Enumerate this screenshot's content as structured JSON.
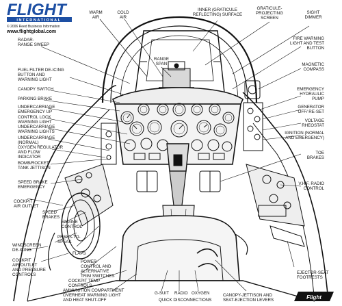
{
  "logo": {
    "brand": "FLIGHT",
    "band": "INTERNATIONAL",
    "copyright": "© 2006 Reed Business Information",
    "url": "www.flightglobal.com",
    "corner_badge": "Flight"
  },
  "callouts": {
    "warm_air": [
      "WARM",
      "AIR"
    ],
    "cold_air": [
      "COLD",
      "AIR"
    ],
    "inner_graticule": [
      "INNER (GRATICULE",
      "REFLECTING) SURFACE"
    ],
    "graticule_projecting": [
      "GRATICULE-",
      "PROJECTING",
      "SCREEN"
    ],
    "sight_dimmer": [
      "SIGHT",
      "DIMMER"
    ],
    "radar_range_sweep": [
      "RADAR-",
      "RANGE SWEEP"
    ],
    "range_span": [
      "RANGE",
      "SPAN"
    ],
    "fire_warning": [
      "FIRE WARNING",
      "LIGHT AND TEST",
      "BUTTON"
    ],
    "fuel_filter": [
      "FUEL FILTER DE-ICING",
      "BUTTON AND",
      "WARNING LIGHT"
    ],
    "magnetic_compass": [
      "MAGNETIC",
      "COMPASS"
    ],
    "canopy_switch": [
      "CANOPY SWITCH"
    ],
    "parking_brake": [
      "PARKING BRAKE"
    ],
    "emergency_hydraulic": [
      "EMERGENCY",
      "HYDRAULIC",
      "PUMP"
    ],
    "undercarriage_emergency_up": [
      "UNDERCARRIAGE",
      "EMERGENCY UP"
    ],
    "generator": [
      "GENERATOR",
      "OFF/ RE-SET"
    ],
    "control_lock": [
      "CONTROL LOCK",
      "WARNING LIGHT"
    ],
    "voltage_rheostat": [
      "VOLTAGE",
      "RHEOSTAT"
    ],
    "undercarriage_warning": [
      "UNDERCARRIAGE",
      "WARNING LIGHTS"
    ],
    "ignition": [
      "IGNITION (NORMAL",
      "AND EMERGENCY)"
    ],
    "undercarriage_normal": [
      "UNDERCARRIAGE",
      "(NORMAL)"
    ],
    "oxygen_regulator": [
      "OXYGEN REGULATOR",
      "AND FLOW",
      "INDICATOR"
    ],
    "toe_brakes": [
      "TOE",
      "BRAKES"
    ],
    "bomb_rocket": [
      "BOMB/ROCKET",
      "TANK JETTISON"
    ],
    "speed_brake_emergency": [
      "SPEED BRAKE",
      "EMERGENCY"
    ],
    "vhf_radio": [
      "V.H.F. RADIO",
      "CONTROL"
    ],
    "cockpit_air_outlet": [
      "COCKPIT",
      "AIR OUTLET"
    ],
    "speed_brakes": [
      "SPEED",
      "BRAKES"
    ],
    "engine_control": [
      "ENGINE",
      "CONTROL"
    ],
    "press_to_speak": [
      "PRESS-TO-",
      "SPEAK"
    ],
    "windscreen_deicing": [
      "WINDSCREEN",
      "DE-ICING"
    ],
    "flaps": [
      "FLAPS"
    ],
    "cockpit_air_outlet_pressure": [
      "COCKPIT",
      "AIR OUTLET",
      "AND PRESSURE",
      "CONTROLS"
    ],
    "power_control": [
      "POWER",
      "CONTROL AND",
      "ALTERNATIVE",
      "TRIM SWITCHES"
    ],
    "ejector_seat_footrests": [
      "EJECTOR-SEAT",
      "FOOTRESTS"
    ],
    "cockpit_temp": [
      "COCKPIT TEMP",
      "CONTROLS"
    ],
    "ammunition": [
      "AMMUNITION COMPARTMENT",
      "OVERHEAT WARNING LIGHT",
      "AND HEAT SHUT-OFF"
    ],
    "g_suit": [
      "G-SUIT"
    ],
    "radio": [
      "RADIO"
    ],
    "oxygen": [
      "OXYGEN"
    ],
    "quick_disconnections": [
      "QUICK DISCONNECTIONS"
    ],
    "canopy_jettison": [
      "CANOPY-JETTISON AND",
      "SEAT-EJECTION LEVERS"
    ]
  },
  "colors": {
    "ink": "#111111",
    "logo_blue": "#1d4fa3",
    "paper": "#ffffff",
    "shade": "#d8d8d8"
  }
}
